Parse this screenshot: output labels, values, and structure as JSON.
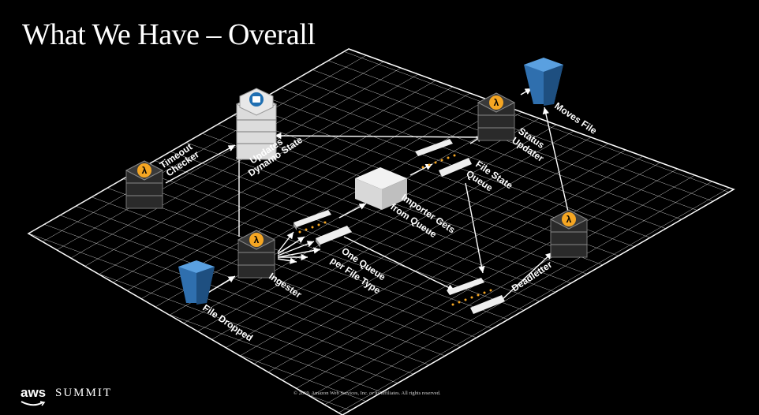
{
  "slide": {
    "title": "What We Have – Overall",
    "footer": {
      "logo_word": "aws",
      "logo_event": "SUMMIT",
      "copyright": "© 2019, Amazon Web Services, Inc. or its affiliates. All rights reserved."
    }
  },
  "diagram": {
    "labels": {
      "file_dropped": "File Dropped",
      "ingester": "Ingester",
      "one_queue_line1": "One Queue",
      "one_queue_line2": "per File Type",
      "importer_line1": "Importer Gets",
      "importer_line2": "from Queue",
      "file_state_line1": "File State",
      "file_state_line2": "Queue",
      "status_line1": "Status",
      "status_line2": "Updater",
      "moves_file": "Moves File",
      "deadletter": "Deadletter",
      "timeout_line1": "Timeout",
      "timeout_line2": "Checker",
      "updates_line1": "Updates",
      "updates_line2": "Dynamo State"
    },
    "icons": {
      "lambda_color": "#f5a623",
      "bucket_color": "#3a7fc1",
      "dynamo_color": "#1f6fb2",
      "queue_marker_color": "#f5a623"
    }
  }
}
